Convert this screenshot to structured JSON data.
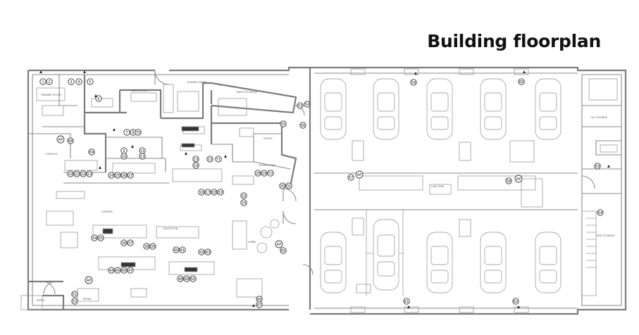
{
  "title": "Building floorplan",
  "rooms": [
    "TRAINEE OFFICE",
    "WORK ROOM",
    "SHARED WORK",
    "PARTS STORAGE",
    "CONSOLE",
    "SERVICE BAY",
    "OFFICE",
    "RECEPTION",
    "CASHIER",
    "LOBBY",
    "LAB CORE",
    "ENTRY",
    "RETAIL",
    "TIRE STORAGE",
    "OIL STORAGE"
  ],
  "markers": [
    {
      "id": "1"
    },
    {
      "id": "2"
    },
    {
      "id": "3"
    },
    {
      "id": "4"
    },
    {
      "id": "5"
    },
    {
      "id": "6"
    },
    {
      "id": "7"
    },
    {
      "id": "8"
    },
    {
      "id": "9"
    },
    {
      "id": "10"
    },
    {
      "id": "11"
    },
    {
      "id": "12"
    },
    {
      "id": "13"
    },
    {
      "id": "14"
    },
    {
      "id": "15"
    },
    {
      "id": "16"
    },
    {
      "id": "17"
    },
    {
      "id": "18"
    },
    {
      "id": "19"
    },
    {
      "id": "20"
    },
    {
      "id": "21"
    },
    {
      "id": "22"
    },
    {
      "id": "23"
    },
    {
      "id": "24"
    },
    {
      "id": "25"
    },
    {
      "id": "26"
    },
    {
      "id": "27"
    },
    {
      "id": "28"
    },
    {
      "id": "29"
    },
    {
      "id": "30"
    },
    {
      "id": "31"
    },
    {
      "id": "32"
    },
    {
      "id": "33"
    },
    {
      "id": "34"
    },
    {
      "id": "35"
    },
    {
      "id": "36"
    },
    {
      "id": "37"
    },
    {
      "id": "38"
    },
    {
      "id": "39"
    },
    {
      "id": "40"
    },
    {
      "id": "41"
    },
    {
      "id": "42"
    },
    {
      "id": "43"
    },
    {
      "id": "44"
    },
    {
      "id": "45"
    },
    {
      "id": "46"
    },
    {
      "id": "47"
    },
    {
      "id": "48"
    },
    {
      "id": "49"
    },
    {
      "id": "50"
    },
    {
      "id": "51"
    },
    {
      "id": "52"
    },
    {
      "id": "53"
    },
    {
      "id": "54"
    },
    {
      "id": "55"
    },
    {
      "id": "56"
    },
    {
      "id": "57"
    },
    {
      "id": "58"
    },
    {
      "id": "59"
    },
    {
      "id": "60"
    },
    {
      "id": "61"
    },
    {
      "id": "62"
    },
    {
      "id": "63"
    },
    {
      "id": "64"
    },
    {
      "id": "65"
    },
    {
      "id": "66"
    },
    {
      "id": "67"
    },
    {
      "id": "68"
    },
    {
      "id": "69"
    },
    {
      "id": "70"
    },
    {
      "id": "71"
    },
    {
      "id": "72"
    },
    {
      "id": "AP"
    }
  ]
}
